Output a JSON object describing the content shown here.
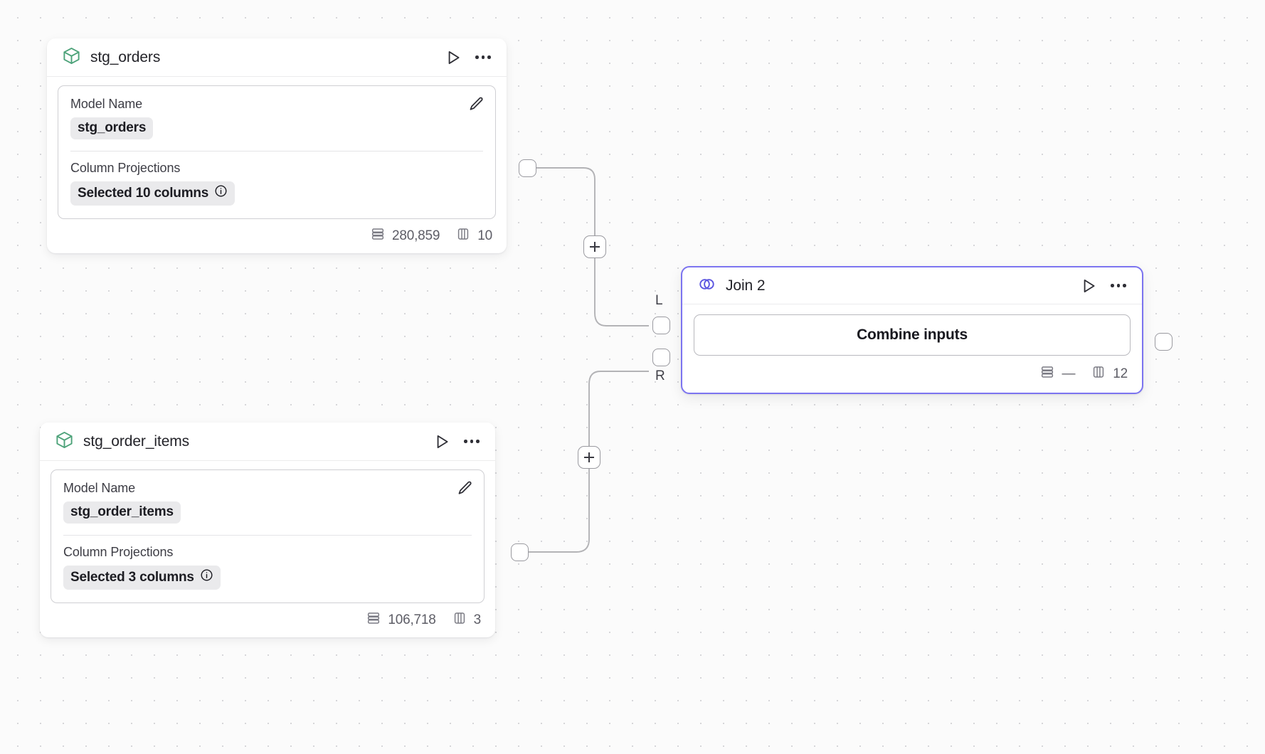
{
  "canvas": {
    "background_color": "#fbfbfb",
    "dot_color": "#d6d6d9",
    "edge_color": "#b3b3b6",
    "accent_color": "#7c74f0",
    "model_icon_color": "#4ea37a"
  },
  "nodes": [
    {
      "id": "stg_orders",
      "title": "stg_orders",
      "icon": "cube-icon",
      "run_label": "Run",
      "menu_label": "More options",
      "fields": [
        {
          "label": "Model Name",
          "value": "stg_orders",
          "has_info": false
        },
        {
          "label": "Column Projections",
          "value": "Selected 10 columns",
          "has_info": true
        }
      ],
      "edit_label": "Edit",
      "footer": {
        "rows_icon": "rows-icon",
        "rows": "280,859",
        "columns_icon": "columns-icon",
        "columns": "10"
      }
    },
    {
      "id": "stg_order_items",
      "title": "stg_order_items",
      "icon": "cube-icon",
      "run_label": "Run",
      "menu_label": "More options",
      "fields": [
        {
          "label": "Model Name",
          "value": "stg_order_items",
          "has_info": false
        },
        {
          "label": "Column Projections",
          "value": "Selected 3 columns",
          "has_info": true
        }
      ],
      "edit_label": "Edit",
      "footer": {
        "rows_icon": "rows-icon",
        "rows": "106,718",
        "columns_icon": "columns-icon",
        "columns": "3"
      }
    },
    {
      "id": "join_2",
      "title": "Join 2",
      "icon": "venn-icon",
      "run_label": "Run",
      "menu_label": "More options",
      "selected": true,
      "action_button": "Combine inputs",
      "input_ports": [
        {
          "key": "L",
          "label": "L"
        },
        {
          "key": "R",
          "label": "R"
        }
      ],
      "footer": {
        "rows_icon": "rows-icon",
        "rows": "—",
        "columns_icon": "columns-icon",
        "columns": "12"
      }
    }
  ],
  "edges": [
    {
      "from": "stg_orders",
      "to": "join_2",
      "to_port": "L",
      "add_button_label": "+"
    },
    {
      "from": "stg_order_items",
      "to": "join_2",
      "to_port": "R",
      "add_button_label": "+"
    }
  ]
}
